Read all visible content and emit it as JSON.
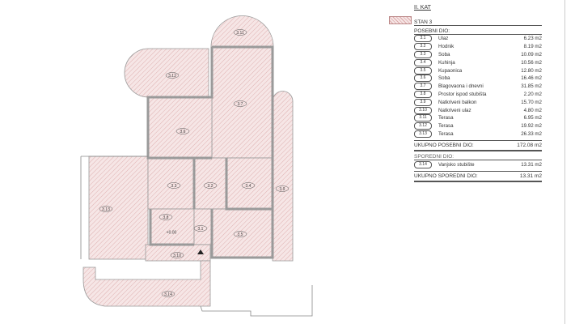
{
  "legend": {
    "floor": "II. KAT",
    "unit": "STAN 3",
    "posebni_header": "POSEBNI DIO:",
    "posebni": [
      {
        "id": "3.1",
        "name": "Ulaz",
        "area": "6.23 m2"
      },
      {
        "id": "3.2",
        "name": "Hodnik",
        "area": "8.19 m2"
      },
      {
        "id": "3.3",
        "name": "Soba",
        "area": "10.09 m2"
      },
      {
        "id": "3.4",
        "name": "Kuhinja",
        "area": "10.56 m2"
      },
      {
        "id": "3.5",
        "name": "Kupaonica",
        "area": "12.80 m2"
      },
      {
        "id": "3.6",
        "name": "Soba",
        "area": "16.46 m2"
      },
      {
        "id": "3.7",
        "name": "Blagovaona i dnevni",
        "area": "31.85 m2"
      },
      {
        "id": "3.8",
        "name": "Prostor ispod stubišta",
        "area": "2.20 m2"
      },
      {
        "id": "3.9",
        "name": "Natkriveni balkon",
        "area": "15.70 m2"
      },
      {
        "id": "3.10",
        "name": "Natkriveni ulaz",
        "area": "4.80 m2"
      },
      {
        "id": "3.11",
        "name": "Terasa",
        "area": "6.95 m2"
      },
      {
        "id": "3.12",
        "name": "Terasa",
        "area": "19.92 m2"
      },
      {
        "id": "3.13",
        "name": "Terasa",
        "area": "26.33 m2"
      }
    ],
    "posebni_total_label": "UKUPNO POSEBNI DIO:",
    "posebni_total": "172.08 m2",
    "sporedni_header": "SPOREDNI DIO:",
    "sporedni": [
      {
        "id": "3.14",
        "name": "Vanjsko stubište",
        "area": "13.31 m2"
      }
    ],
    "sporedni_total_label": "UKUPNO SPOREDNI DIO:",
    "sporedni_total": "13.31 m2"
  },
  "plan": {
    "level_mark": "+0.00",
    "hatch_color": "#e7c3c3",
    "fill_color": "#f6e6e6",
    "wall_color": "#9a9a9a"
  }
}
